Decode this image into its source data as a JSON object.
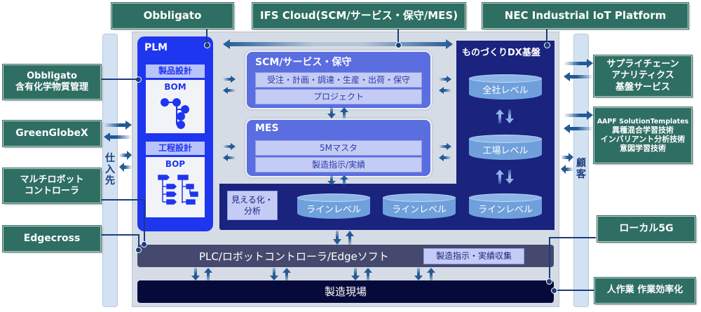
{
  "top_labels": {
    "obbligato": "Obbligato",
    "ifs_cloud": "IFS Cloud(SCM/サービス・保守/MES)",
    "nec_iiot": "NEC Industrial IoT Platform"
  },
  "left_labels": {
    "obbligato_chem": [
      "Obbligato",
      "含有化学物質管理"
    ],
    "greenglobex": "GreenGlobeX",
    "multi_robot": [
      "マルチロボット",
      "コントローラ"
    ],
    "edgecross": "Edgecross"
  },
  "right_labels": {
    "supply_chain": [
      "サプライチェーン",
      "アナリティクス",
      "基盤サービス"
    ],
    "aapf": [
      "AAPF SolutionTemplates",
      "異種混合学習技術",
      "インバリアント分析技術",
      "意図学習技術"
    ],
    "local5g": "ローカル5G",
    "human_work": "人作業 作業効率化"
  },
  "rails": {
    "supplier": "仕入先",
    "customer": "顧客"
  },
  "plm": {
    "title": "PLM",
    "product_design": "製品設計",
    "bom": "BOM",
    "process_design": "工程設計",
    "bop": "BOP"
  },
  "scm": {
    "title": "SCM/サービス・保守",
    "rows": [
      "受注・計画・調達・生産・出荷・保守",
      "プロジェクト"
    ]
  },
  "mes": {
    "title": "MES",
    "rows": [
      "5Mマスタ",
      "製造指示/実績"
    ]
  },
  "dx": {
    "title": "ものづくりDX基盤",
    "company_level": "全社レベル",
    "factory_level": "工場レベル",
    "line_levels": [
      "ラインレベル",
      "ラインレベル",
      "ラインレベル"
    ],
    "visualize": [
      "見える化・",
      "分析"
    ]
  },
  "plc": {
    "title": "PLC/ロボットコントローラ/Edgeソフト",
    "tag": "製造指示・実績収集"
  },
  "site": {
    "title": "製造現場"
  },
  "colors": {
    "label_green": "#2f6e63",
    "plm_blue": "#1f36f0",
    "system_blue": "#5a6ee0",
    "dx_navy": "#1a237e",
    "plc_gray": "#46496e",
    "site_dark": "#050a3a",
    "arrow": "#235a96"
  }
}
